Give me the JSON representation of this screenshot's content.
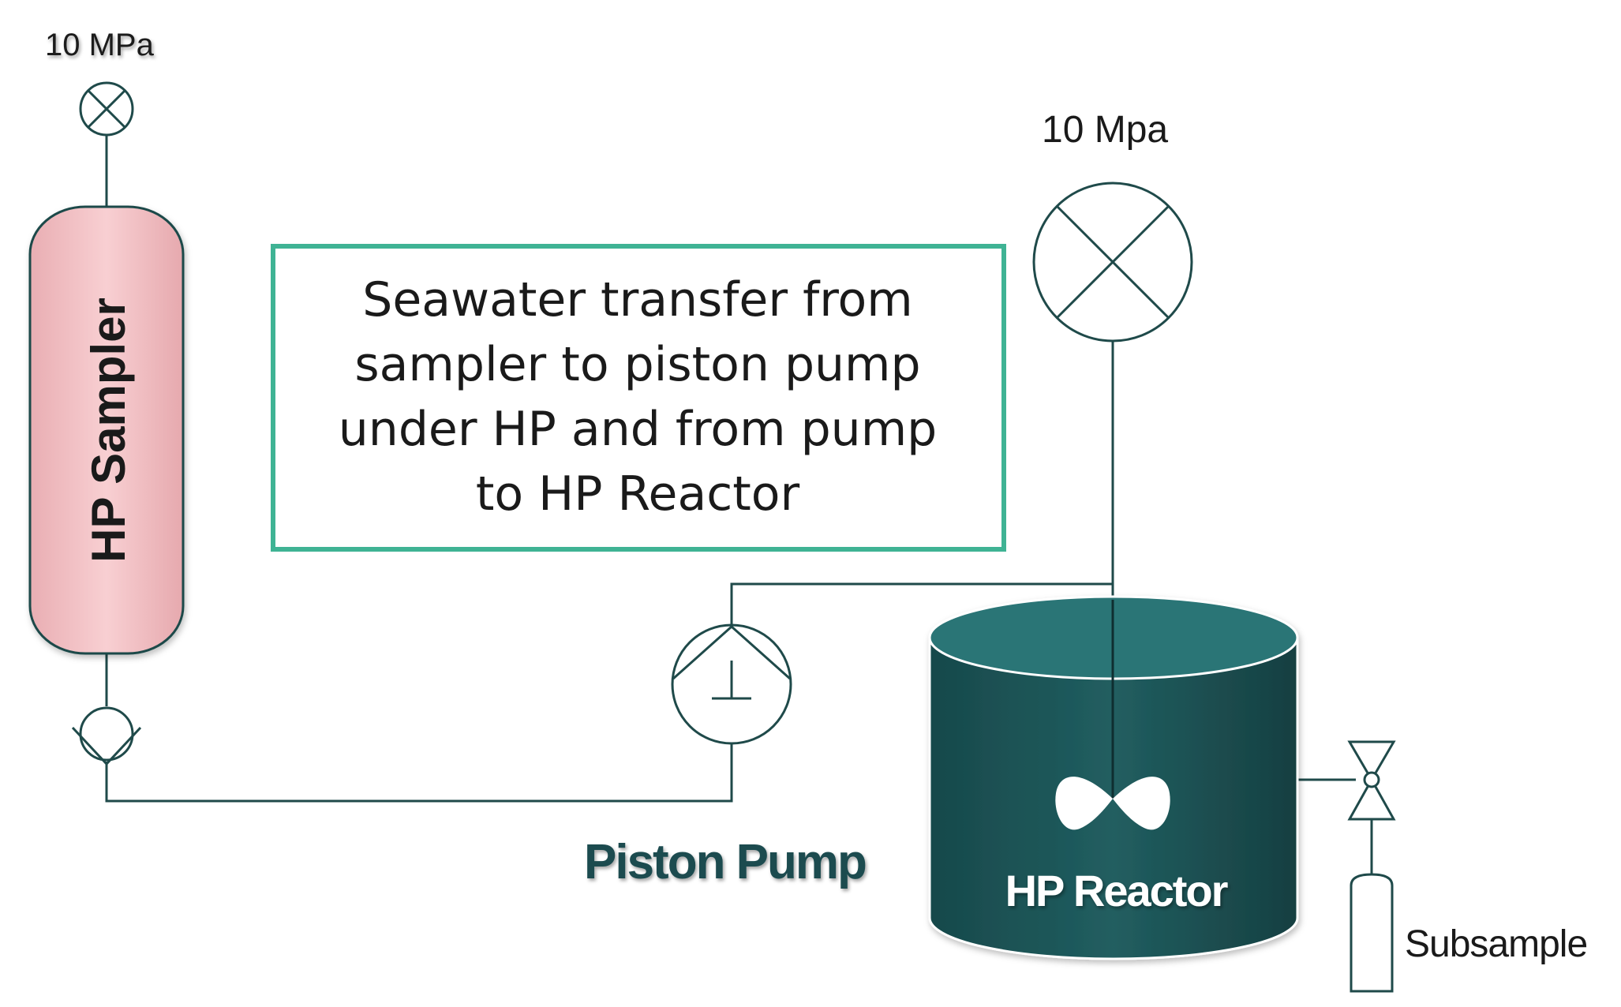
{
  "labels": {
    "sampler_gauge": "10 MPa",
    "reactor_gauge": "10 Mpa",
    "sampler": "HP Sampler",
    "pump": "Piston Pump",
    "reactor": "HP Reactor",
    "subsample": "Subsample"
  },
  "description": {
    "lines": [
      "Seawater transfer from",
      "sampler to piston pump",
      "under HP and from pump",
      "to HP Reactor"
    ]
  },
  "colors": {
    "line": "#1f4a4a",
    "sampler_fill": "#f6c6c9",
    "reactor_fill": "#1e5a5c",
    "reactor_top": "#2a7476",
    "box_border": "#3fb394",
    "text_dark": "#1a1a1a",
    "pump_label": "#1d4c4f"
  },
  "icons": [
    "gauge-icon",
    "check-valve-icon",
    "pump-icon",
    "impeller-icon",
    "needle-valve-icon",
    "bottle-icon"
  ]
}
